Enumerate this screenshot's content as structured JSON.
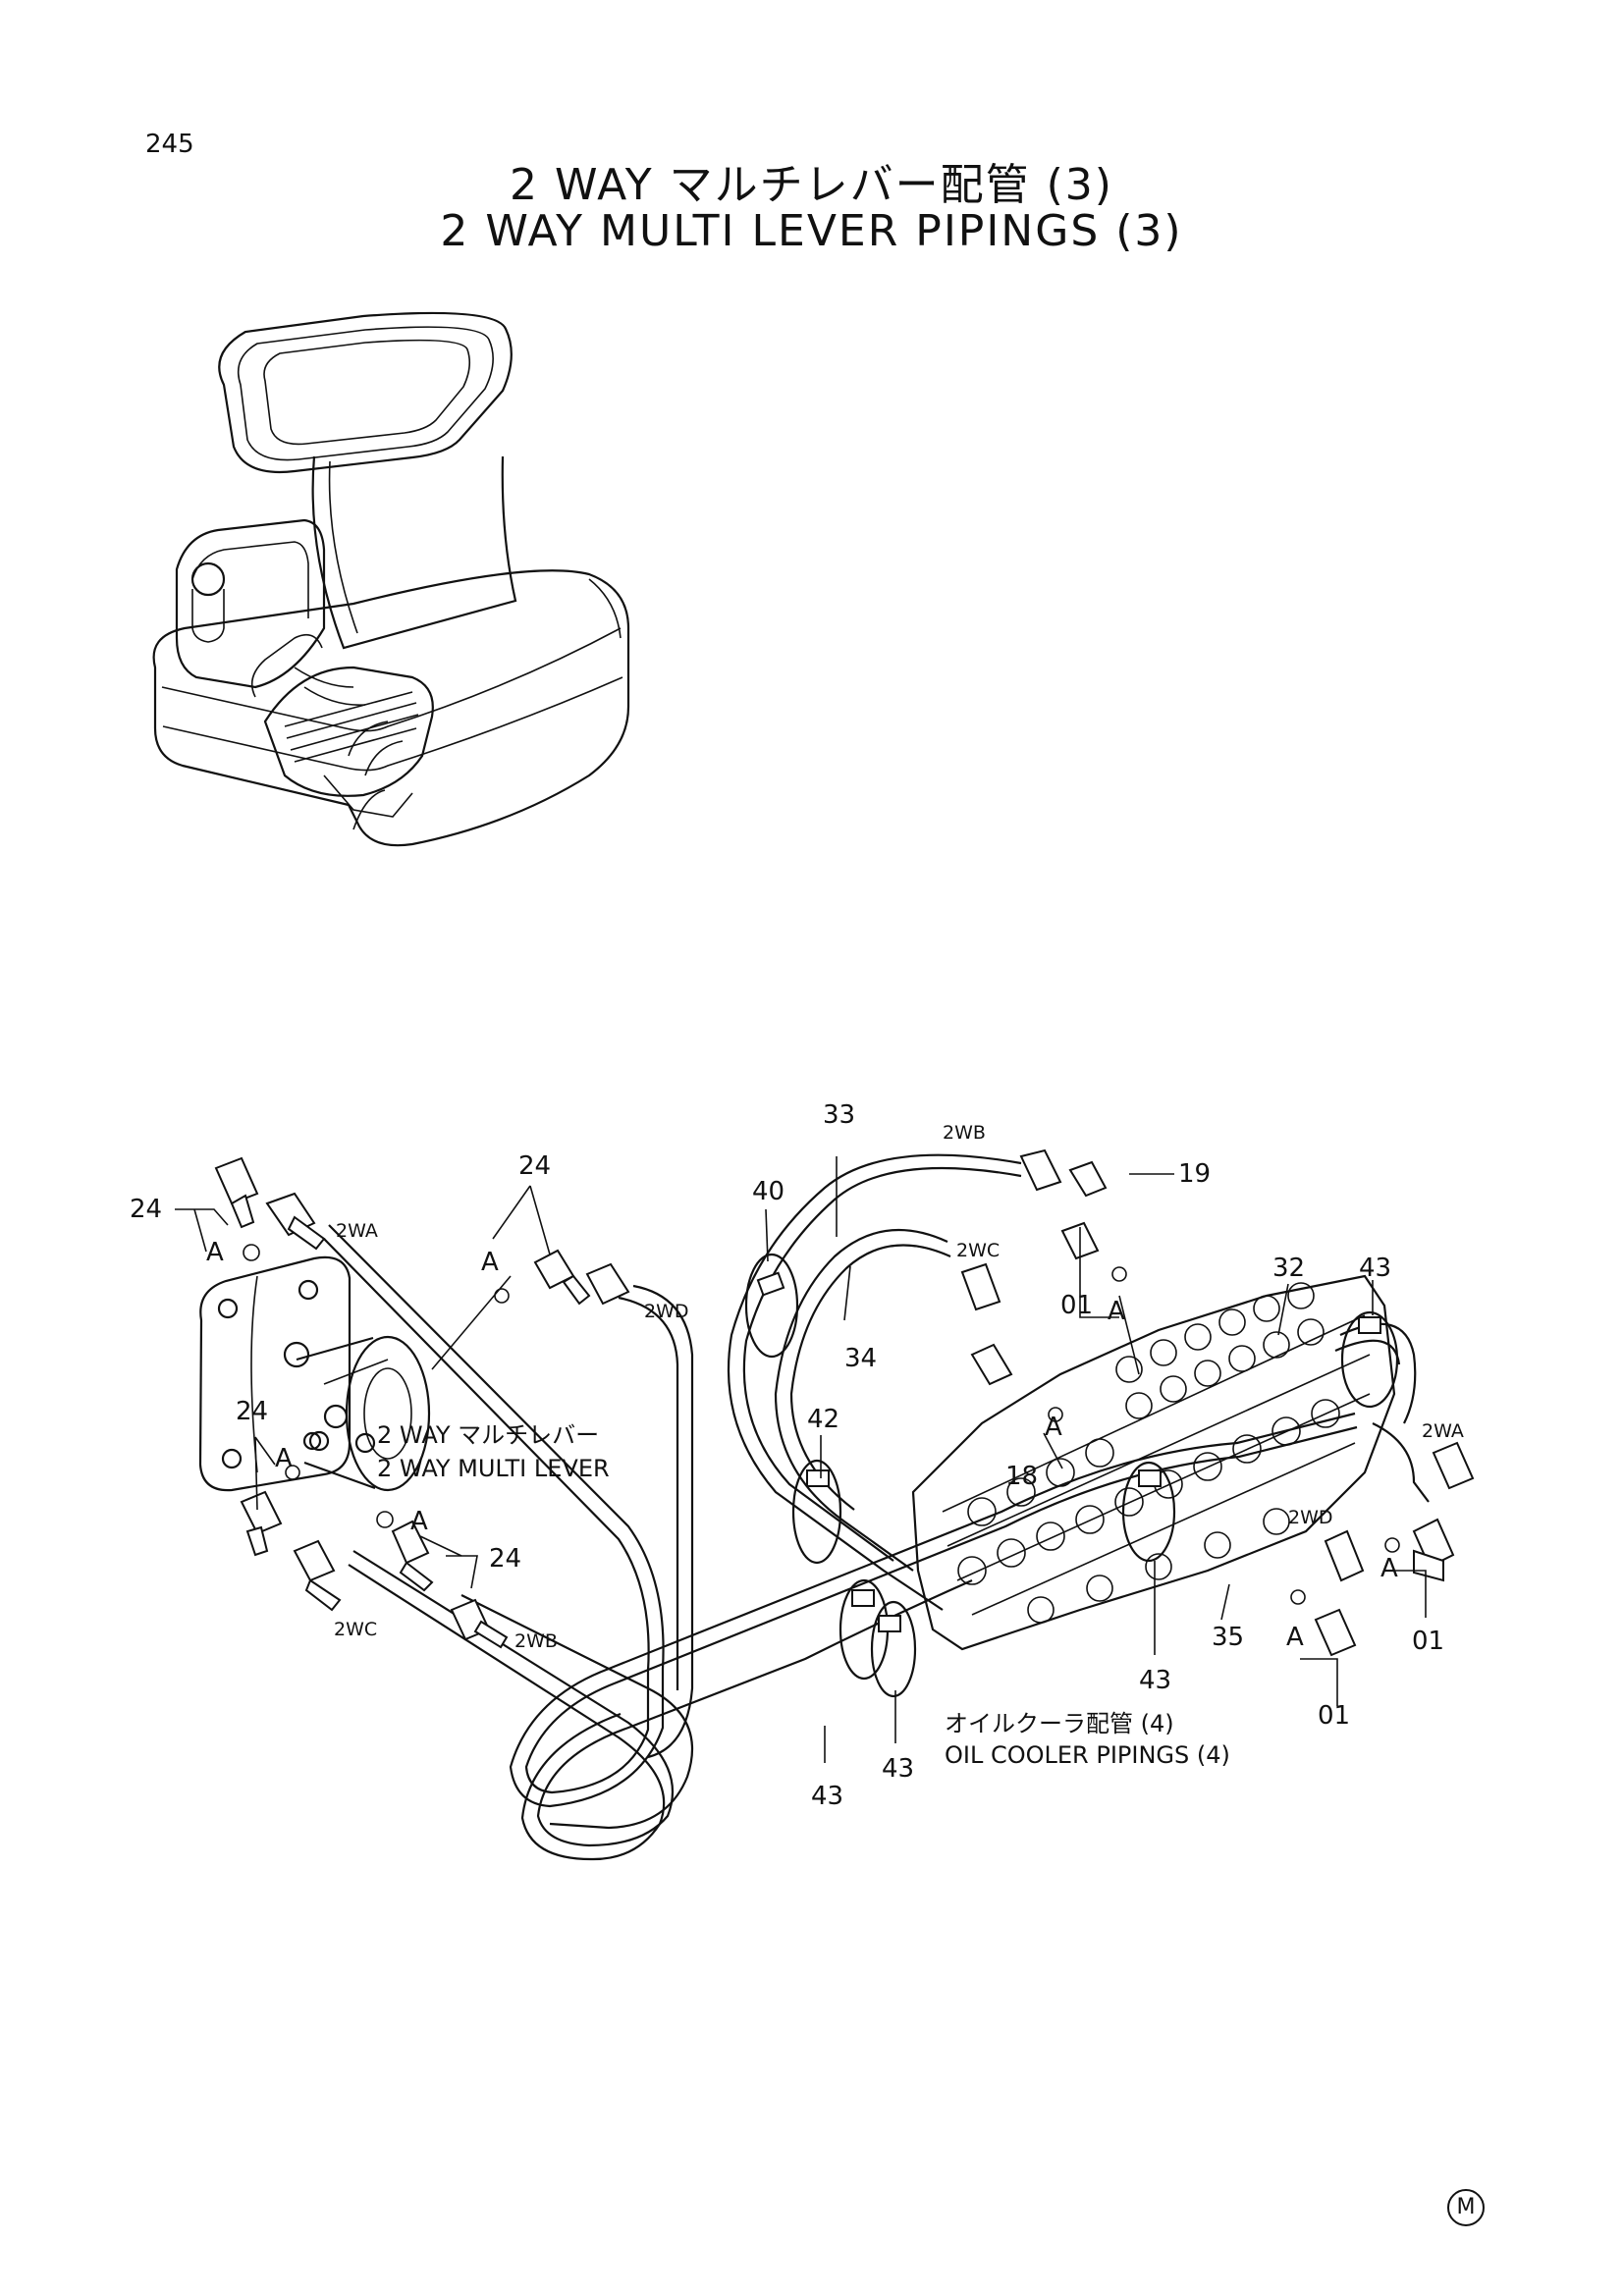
{
  "page": {
    "number": "245",
    "title_ja": "2 WAY マルチレバー配管 (3)",
    "title_en": "2 WAY MULTI LEVER PIPINGS (3)",
    "mark": "M"
  },
  "diagram": {
    "callouts": {
      "c01a": "01",
      "c01b": "01",
      "c01c": "01",
      "c18": "18",
      "c19": "19",
      "c24a": "24",
      "c24b": "24",
      "c24c": "24",
      "c24d": "24",
      "c32": "32",
      "c33": "33",
      "c34": "34",
      "c35": "35",
      "c40": "40",
      "c42": "42",
      "c43a": "43",
      "c43b": "43",
      "c43c": "43",
      "c43d": "43"
    },
    "ports": {
      "p2wa_l": "2WA",
      "p2wb_l": "2WB",
      "p2wc_l": "2WC",
      "p2wd_l": "2WD",
      "p2wa_r": "2WA",
      "p2wb_r": "2WB",
      "p2wc_r": "2WC",
      "p2wd_r": "2WD"
    },
    "detail_marks": {
      "a1": "A",
      "a2": "A",
      "a3": "A",
      "a4": "A",
      "a5": "A",
      "a6": "A",
      "a7": "A",
      "a8": "A"
    },
    "notes": {
      "lever_ja": "2 WAY マルチレバー",
      "lever_en": "2 WAY MULTI LEVER",
      "cooler_ja": "オイルクーラ配管 (4)",
      "cooler_en": "OIL COOLER PIPINGS (4)"
    }
  }
}
